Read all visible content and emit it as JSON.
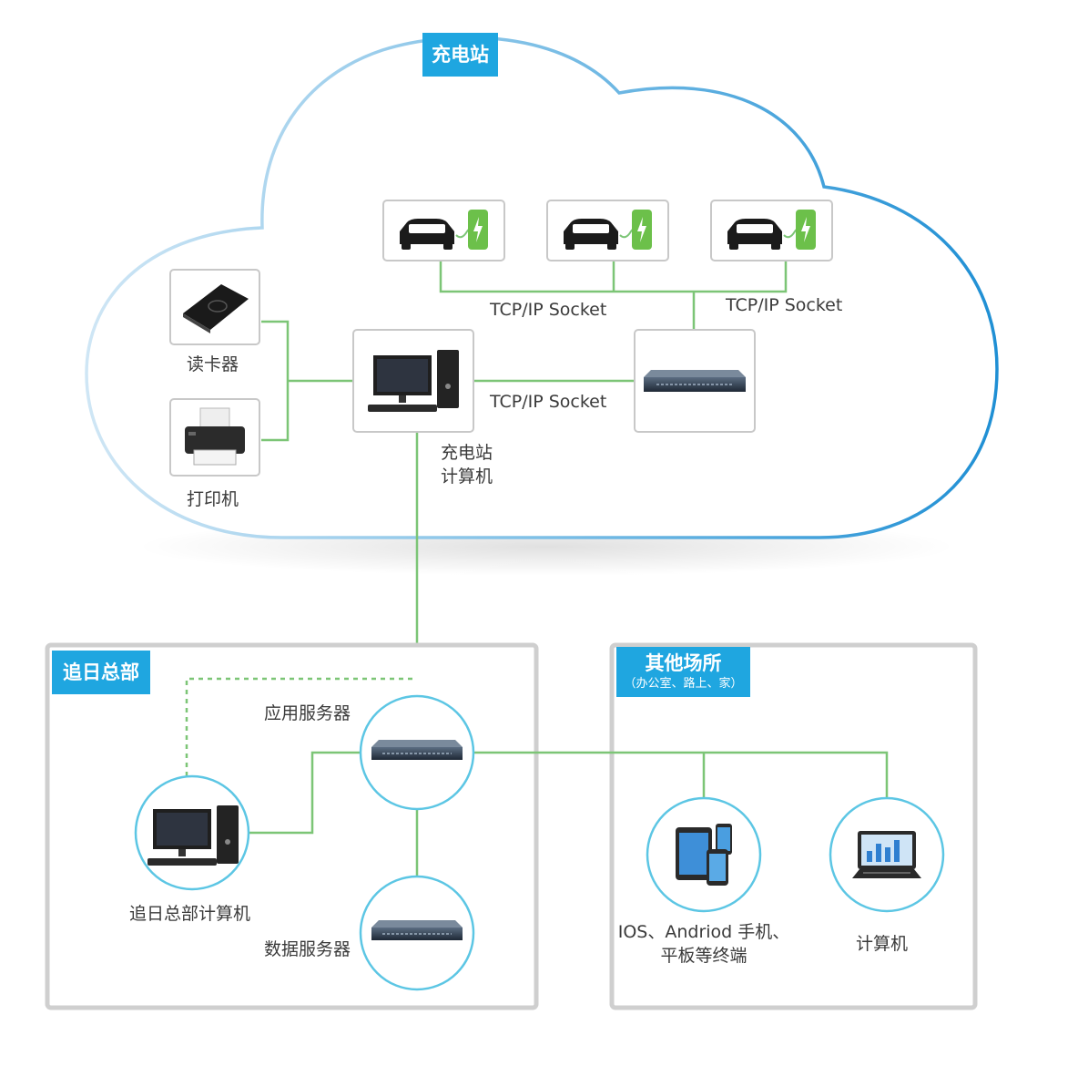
{
  "station": {
    "title": "充电站",
    "socket_label_1": "TCP/IP Socket",
    "socket_label_2": "TCP/IP Socket",
    "socket_label_3": "TCP/IP Socket",
    "card_reader_label": "读卡器",
    "printer_label": "打印机",
    "computer_label_line1": "充电站",
    "computer_label_line2": "计算机"
  },
  "hq": {
    "title": "追日总部",
    "app_server_label": "应用服务器",
    "db_server_label": "数据服务器",
    "computer_label": "追日总部计算机"
  },
  "other": {
    "title": "其他场所",
    "subtitle": "（办公室、路上、家）",
    "mobile_label_line1": "IOS、Andriod 手机、",
    "mobile_label_line2": "平板等终端",
    "computer_label": "计算机"
  },
  "colors": {
    "accent": "#1fa6e0",
    "link": "#7cc576",
    "cloud": "#4aa8dc",
    "circle": "#5cc6e4",
    "box_border": "#cfcfcf"
  }
}
